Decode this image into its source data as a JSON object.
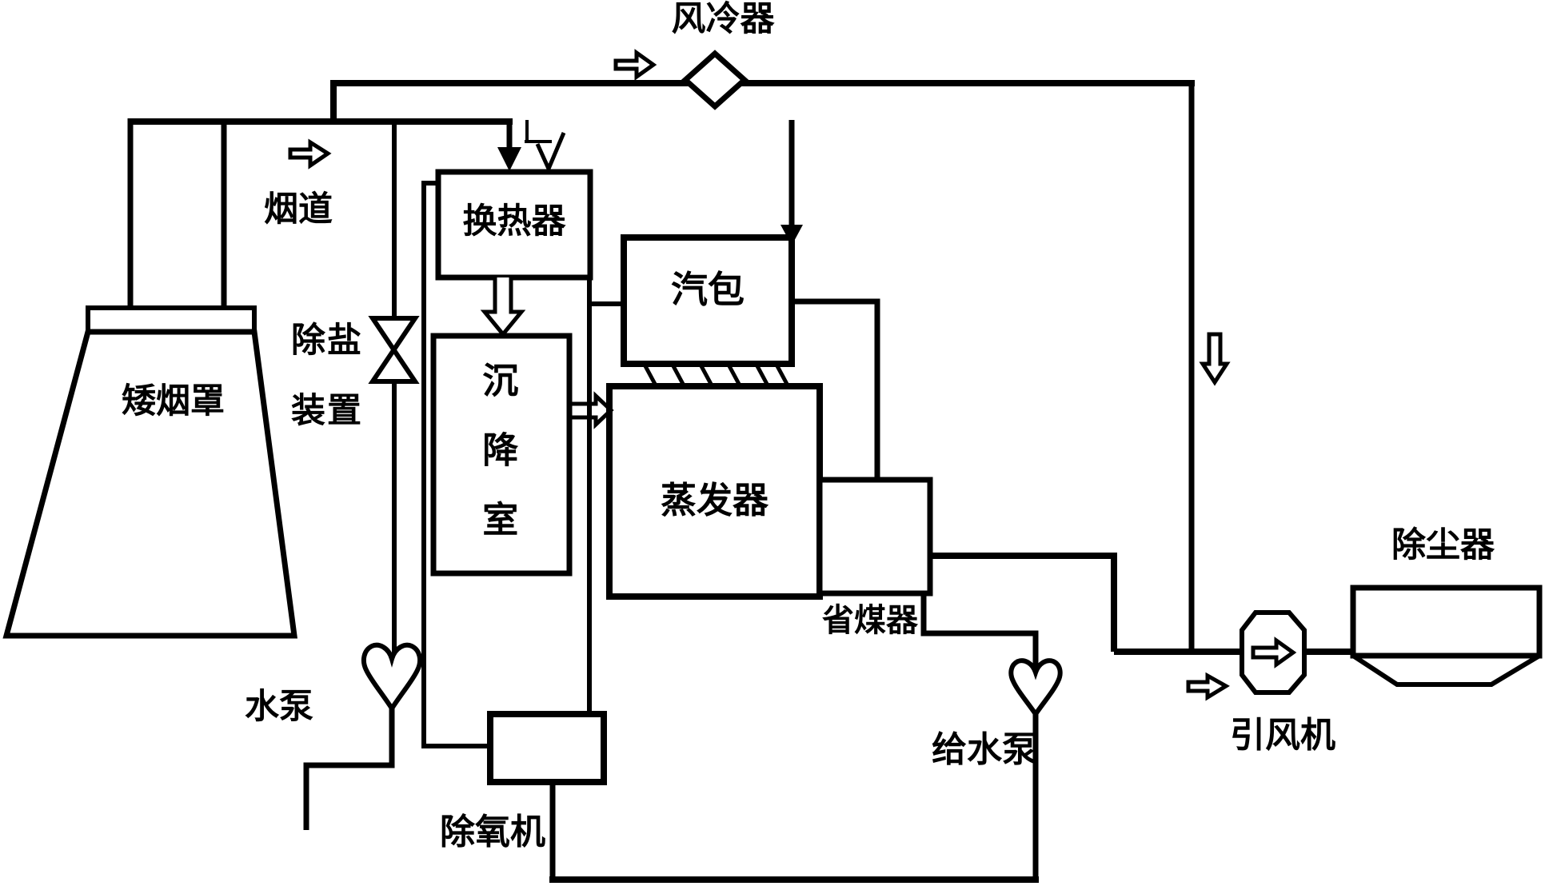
{
  "diagram": {
    "type": "process-flow-diagram",
    "ink_color": "#000000",
    "background_color": "#ffffff",
    "labels": {
      "air_cooler": "风冷器",
      "flue_duct": "烟道",
      "desalination_device": "除盐装置",
      "low_smoke_hood": "矮烟罩",
      "water_pump": "水泵",
      "heat_exchanger": "换热器",
      "settling_chamber": "沉降室",
      "steam_drum": "汽包",
      "evaporator": "蒸发器",
      "economizer": "省煤器",
      "deaerator": "除氧机",
      "feedwater_pump": "给水泵",
      "induced_draft_fan": "引风机",
      "dust_collector": "除尘器"
    }
  }
}
